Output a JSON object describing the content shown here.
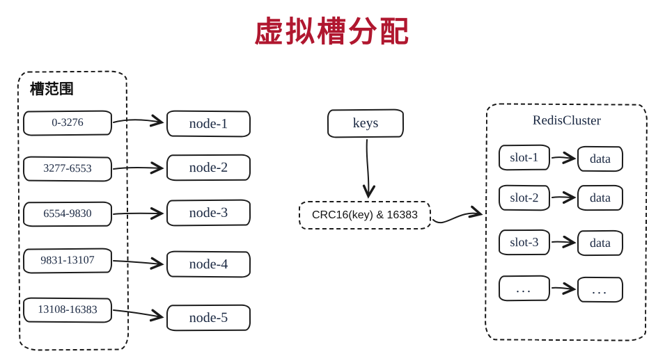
{
  "title": "虚拟槽分配",
  "left_panel": {
    "label": "槽范围",
    "ranges": [
      "0-3276",
      "3277-6553",
      "6554-9830",
      "9831-13107",
      "13108-16383"
    ]
  },
  "nodes": [
    "node-1",
    "node-2",
    "node-3",
    "node-4",
    "node-5"
  ],
  "center": {
    "keys_label": "keys",
    "hash_label": "CRC16(key) & 16383"
  },
  "cluster": {
    "label": "RedisCluster",
    "rows": [
      {
        "slot": "slot-1",
        "data": "data"
      },
      {
        "slot": "slot-2",
        "data": "data"
      },
      {
        "slot": "slot-3",
        "data": "data"
      },
      {
        "slot": "...",
        "data": "..."
      }
    ]
  },
  "colors": {
    "title": "#b0172f",
    "ink": "#1c1c1c",
    "box_text": "#17253f"
  }
}
